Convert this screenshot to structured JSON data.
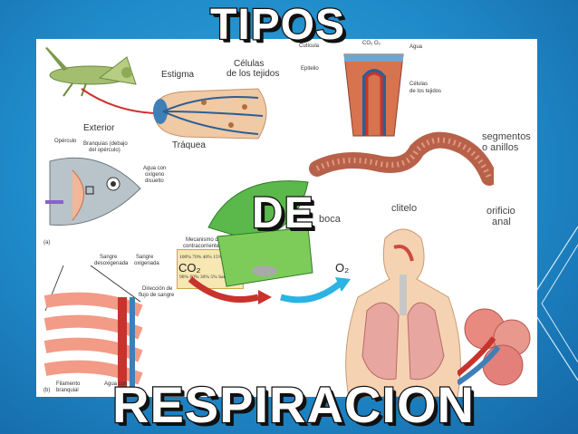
{
  "title": {
    "line1": "TIPOS",
    "line2": "DE",
    "line3": "RESPIRACION"
  },
  "insect_labels": {
    "estigma": "Estigma",
    "celulas_line1": "Células",
    "celulas_line2": "de los tejidos",
    "exterior": "Exterior",
    "traquea": "Tráquea"
  },
  "skin_labels": {
    "cuticula": "Cutícula",
    "co2_o2": "CO₂ O₂",
    "agua": "Agua",
    "epitelio": "Epitelio",
    "celulas_line1": "Células",
    "celulas_line2": "de los tejidos"
  },
  "worm_labels": {
    "segmentos_line1": "segmentos",
    "segmentos_line2": "o anillos",
    "clitelo": "clitelo",
    "boca": "boca",
    "orificio_line1": "orificio",
    "orificio_line2": "anal"
  },
  "fish_labels": {
    "operculo": "Opérculo",
    "branquias_line1": "Branquias (debajo",
    "branquias_line2": "del opérculo)",
    "agua_line1": "Agua con",
    "agua_line2": "oxígeno",
    "agua_line3": "disuelto",
    "fig_a": "(a)",
    "mecanismo_line1": "Mecanismo de",
    "mecanismo_line2": "contracorriente",
    "row1": "100% 70% 40% 15% Agua",
    "row2": "90% 60% 30% 5% Sangre",
    "sangre_desox_line1": "Sangre",
    "sangre_desox_line2": "desoxigenada",
    "sangre_ox_line1": "Sangre",
    "sangre_ox_line2": "oxigenada",
    "direccion_line1": "Dirección de",
    "direccion_line2": "flujo de sangre",
    "filamento_line1": "Filamento",
    "filamento_line2": "branquial",
    "agua_con": "Agua con",
    "fig_b": "(b)"
  },
  "leaf_labels": {
    "co2": "CO₂",
    "o2": "O₂"
  },
  "colors": {
    "background": "#1f8ac9",
    "panel": "#ffffff",
    "title_fill": "#ffffff",
    "title_stroke": "#111111"
  }
}
